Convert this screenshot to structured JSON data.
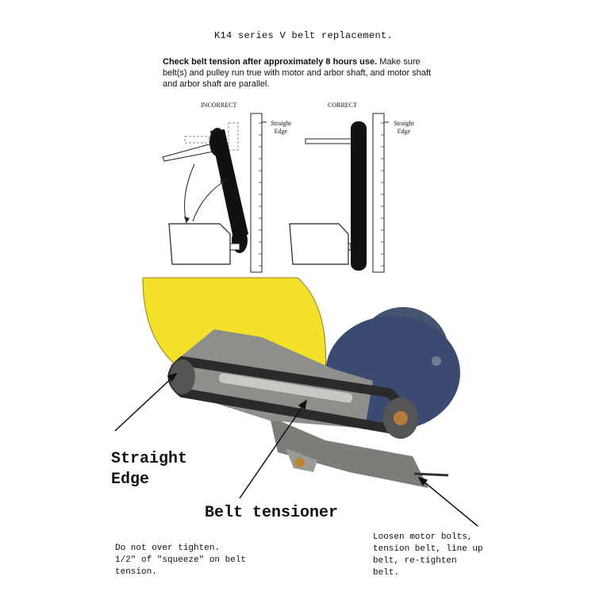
{
  "title": "K14 series V belt replacement.",
  "intro": {
    "bold": "Check belt tension after approximately 8 hours use.",
    "rest": " Make sure belt(s) and pulley run true with motor and arbor shaft, and motor shaft and arbor shaft are parallel."
  },
  "diagrams": {
    "incorrect_label": "INCORRECT",
    "correct_label": "CORRECT",
    "straight_edge_line1": "Straight",
    "straight_edge_line2": "Edge"
  },
  "callouts": {
    "straight_edge_line1": "Straight",
    "straight_edge_line2": "Edge",
    "belt_tensioner": "Belt tensioner"
  },
  "notes": {
    "tighten": [
      "Do not over tighten.",
      "1/2\" of \"squeeze\" on belt",
      "tension."
    ],
    "loosen": [
      "Loosen motor bolts,",
      "tension belt, line up",
      "belt, re-tighten",
      "belt."
    ]
  },
  "colors": {
    "guard_yellow": "#f2e02a",
    "motor_blue": "#3b4a70",
    "casting_gray": "#8e8e8a",
    "belt_dark": "#2a2a2a"
  }
}
